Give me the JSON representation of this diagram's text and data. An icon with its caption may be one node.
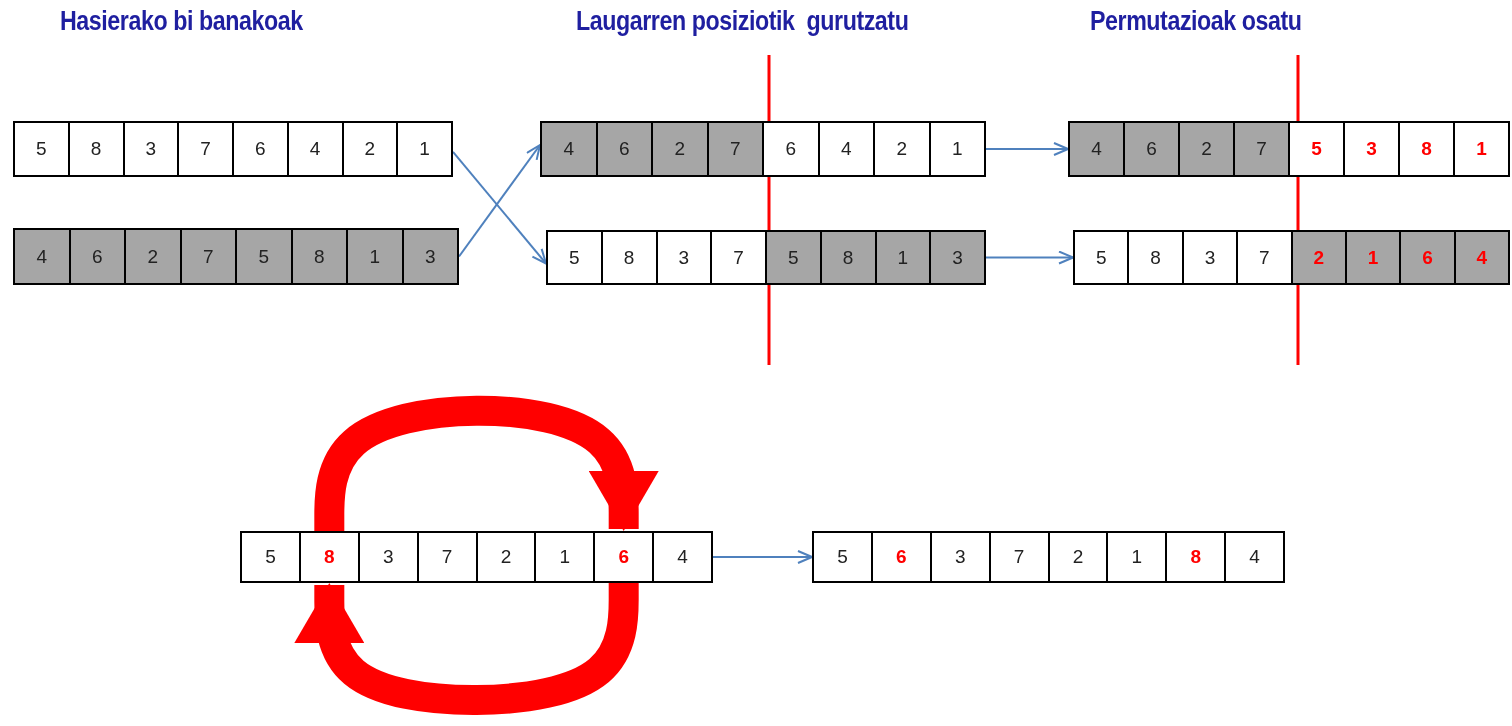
{
  "diagram": {
    "nodes": [
      {
        "text": [],
        "shape": "bar"
      },
      {
        "text": [
          "5"
        ],
        "in": 0
      },
      {
        "text": [
          "8"
        ],
        "in": 0
      },
      {
        "text": [
          "3"
        ],
        "in": 0
      },
      {
        "text": [
          "7"
        ],
        "in": 0
      },
      {
        "text": [
          "6"
        ],
        "in": 0
      },
      {
        "text": [
          "4"
        ],
        "in": 0
      },
      {
        "text": [
          "2"
        ],
        "in": 0
      },
      {
        "text": [
          "1"
        ],
        "in": 0
      },
      {
        "text": [],
        "shape": "bar"
      },
      {
        "text": [
          "4"
        ],
        "in": 9
      },
      {
        "text": [
          "6"
        ],
        "in": 9
      },
      {
        "text": [
          "2"
        ],
        "in": 9
      },
      {
        "text": [
          "7"
        ],
        "in": 9
      },
      {
        "text": [
          "6"
        ],
        "in": 9
      },
      {
        "text": [
          "4"
        ],
        "in": 9
      },
      {
        "text": [
          "2"
        ],
        "in": 9
      },
      {
        "text": [
          "1"
        ],
        "in": 9
      },
      {
        "text": [],
        "shape": "bar"
      },
      {
        "text": [
          "4"
        ],
        "in": 18
      },
      {
        "text": [
          "6"
        ],
        "in": 18
      },
      {
        "text": [
          "2"
        ],
        "in": 18
      },
      {
        "text": [
          "7"
        ],
        "in": 18
      },
      {
        "text": [
          "5"
        ],
        "in": 18
      },
      {
        "text": [
          "3"
        ],
        "in": 18
      },
      {
        "text": [
          "8"
        ],
        "in": 18
      },
      {
        "text": [
          "1"
        ],
        "in": 18
      },
      {
        "text": [],
        "shape": "bar"
      },
      {
        "text": [
          "4"
        ],
        "in": 27
      },
      {
        "text": [
          "6"
        ],
        "in": 27
      },
      {
        "text": [
          "2"
        ],
        "in": 27
      },
      {
        "text": [
          "7"
        ],
        "in": 27
      },
      {
        "text": [
          "5"
        ],
        "in": 27
      },
      {
        "text": [
          "8"
        ],
        "in": 27
      },
      {
        "text": [
          "1"
        ],
        "in": 27
      },
      {
        "text": [
          "3"
        ],
        "in": 27
      },
      {
        "text": [],
        "shape": "bar"
      },
      {
        "text": [
          "5"
        ],
        "in": 36
      },
      {
        "text": [
          "8"
        ],
        "in": 36
      },
      {
        "text": [
          "3"
        ],
        "in": 36
      },
      {
        "text": [
          "7"
        ],
        "in": 36
      },
      {
        "text": [
          "5"
        ],
        "in": 36
      },
      {
        "text": [
          "8"
        ],
        "in": 36
      },
      {
        "text": [
          "1"
        ],
        "in": 36
      },
      {
        "text": [
          "3"
        ],
        "in": 36
      },
      {
        "text": [],
        "shape": "bar"
      },
      {
        "text": [
          "5"
        ],
        "in": 45
      },
      {
        "text": [
          "8"
        ],
        "in": 45
      },
      {
        "text": [
          "3"
        ],
        "in": 45
      },
      {
        "text": [
          "7"
        ],
        "in": 45
      },
      {
        "text": [
          "2"
        ],
        "in": 45
      },
      {
        "text": [
          "1"
        ],
        "in": 45
      },
      {
        "text": [
          "6"
        ],
        "in": 45
      },
      {
        "text": [
          "4"
        ],
        "in": 45
      },
      {
        "text": [],
        "shape": "bar"
      },
      {
        "text": [
          "5"
        ],
        "in": 54
      },
      {
        "text": [
          "8"
        ],
        "in": 54
      },
      {
        "text": [
          "3"
        ],
        "in": 54
      },
      {
        "text": [
          "7"
        ],
        "in": 54
      },
      {
        "text": [
          "2"
        ],
        "in": 54
      },
      {
        "text": [
          "1"
        ],
        "in": 54
      },
      {
        "text": [
          "6"
        ],
        "in": 54
      },
      {
        "text": [
          "4"
        ],
        "in": 54
      },
      {
        "text": [],
        "shape": "bar"
      },
      {
        "text": [
          "5"
        ],
        "in": 63
      },
      {
        "text": [
          "6"
        ],
        "in": 63
      },
      {
        "text": [
          "3"
        ],
        "in": 63
      },
      {
        "text": [
          "7"
        ],
        "in": 63
      },
      {
        "text": [
          "2"
        ],
        "in": 63
      },
      {
        "text": [
          "1"
        ],
        "in": 63
      },
      {
        "text": [
          "8"
        ],
        "in": 63
      },
      {
        "text": [
          "4"
        ],
        "in": 63
      }
    ],
    "edges": [
      {
        "from": 0,
        "to": 36,
        "arrow": "to"
      },
      {
        "from": 27,
        "to": 9,
        "arrow": "to"
      },
      {
        "from": 9,
        "to": 18,
        "arrow": "to"
      },
      {
        "from": 36,
        "to": 45,
        "arrow": "to"
      },
      {
        "from": 54,
        "to": 63,
        "arrow": "to"
      },
      {
        "from": 56,
        "to": 61,
        "arrow": "to",
        "style": "thick",
        "color": "#ff0000"
      },
      {
        "from": 61,
        "to": 56,
        "arrow": "to",
        "style": "thick",
        "color": "#ff0000"
      }
    ],
    "labels": [
      "Hasierako bi banakoak",
      "Laugarren posiziotik  gurutzatu",
      "Permutazioak osatu"
    ]
  }
}
